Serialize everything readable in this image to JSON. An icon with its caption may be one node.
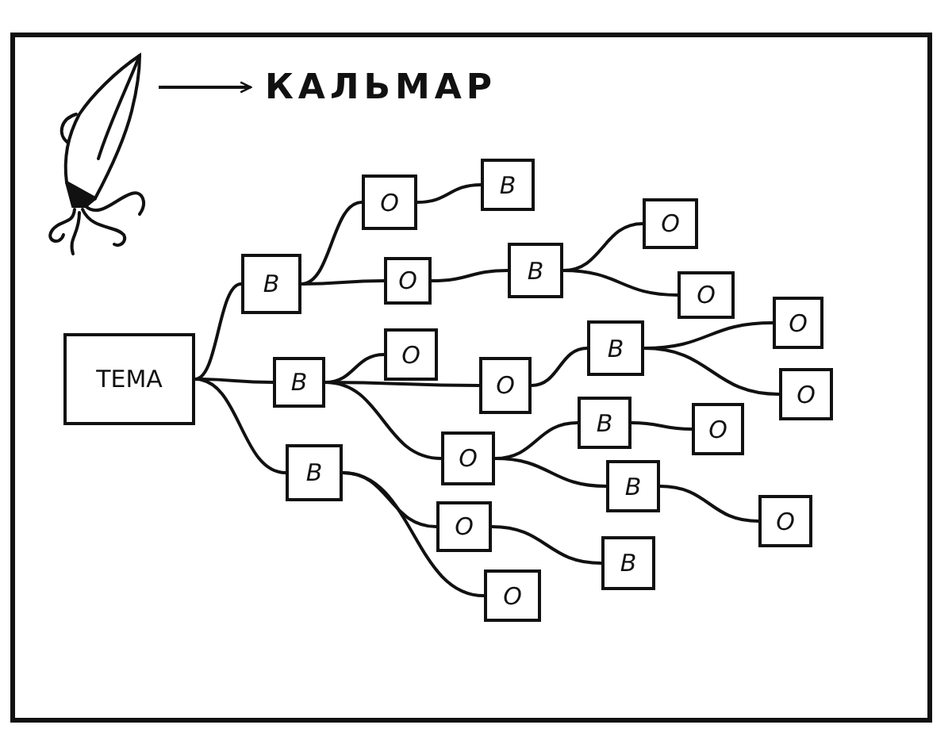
{
  "diagram": {
    "nodes": [
      {
        "text": [],
        "shape": "picture"
      },
      {
        "text": [
          "КАЛЬМАР"
        ]
      },
      {
        "text": [
          "ТЕМА"
        ]
      },
      {
        "text": [
          "В"
        ]
      },
      {
        "text": [
          "О"
        ]
      },
      {
        "text": [
          "В"
        ]
      },
      {
        "text": [
          "О"
        ]
      },
      {
        "text": [
          "В"
        ]
      },
      {
        "text": [
          "О"
        ]
      },
      {
        "text": [
          "О"
        ]
      },
      {
        "text": [
          "В"
        ]
      },
      {
        "text": [
          "О"
        ]
      },
      {
        "text": [
          "О"
        ]
      },
      {
        "text": [
          "В"
        ]
      },
      {
        "text": [
          "О"
        ]
      },
      {
        "text": [
          "О"
        ]
      },
      {
        "text": [
          "В"
        ]
      },
      {
        "text": [
          "О"
        ]
      },
      {
        "text": [
          "В"
        ]
      },
      {
        "text": [
          "О"
        ]
      },
      {
        "text": [
          "В"
        ]
      },
      {
        "text": [
          "О"
        ]
      },
      {
        "text": [
          "О"
        ]
      },
      {
        "text": [
          "В"
        ]
      },
      {
        "text": [
          "О"
        ]
      }
    ],
    "edges": [
      {
        "from": 0,
        "to": 1,
        "arrow": "to"
      },
      {
        "from": 2,
        "to": 3,
        "arrow": "none"
      },
      {
        "from": 2,
        "to": 10,
        "arrow": "none"
      },
      {
        "from": 2,
        "to": 16,
        "arrow": "none"
      },
      {
        "from": 3,
        "to": 4,
        "arrow": "none"
      },
      {
        "from": 4,
        "to": 5,
        "arrow": "none"
      },
      {
        "from": 3,
        "to": 6,
        "arrow": "none"
      },
      {
        "from": 6,
        "to": 7,
        "arrow": "none"
      },
      {
        "from": 7,
        "to": 8,
        "arrow": "none"
      },
      {
        "from": 7,
        "to": 9,
        "arrow": "none"
      },
      {
        "from": 10,
        "to": 11,
        "arrow": "none"
      },
      {
        "from": 10,
        "to": 12,
        "arrow": "none"
      },
      {
        "from": 12,
        "to": 13,
        "arrow": "none"
      },
      {
        "from": 13,
        "to": 14,
        "arrow": "none"
      },
      {
        "from": 13,
        "to": 15,
        "arrow": "none"
      },
      {
        "from": 10,
        "to": 17,
        "arrow": "none"
      },
      {
        "from": 17,
        "to": 18,
        "arrow": "none"
      },
      {
        "from": 18,
        "to": 19,
        "arrow": "none"
      },
      {
        "from": 17,
        "to": 20,
        "arrow": "none"
      },
      {
        "from": 20,
        "to": 21,
        "arrow": "none"
      },
      {
        "from": 16,
        "to": 22,
        "arrow": "none"
      },
      {
        "from": 22,
        "to": 23,
        "arrow": "none"
      },
      {
        "from": 16,
        "to": 24,
        "arrow": "none"
      }
    ]
  }
}
